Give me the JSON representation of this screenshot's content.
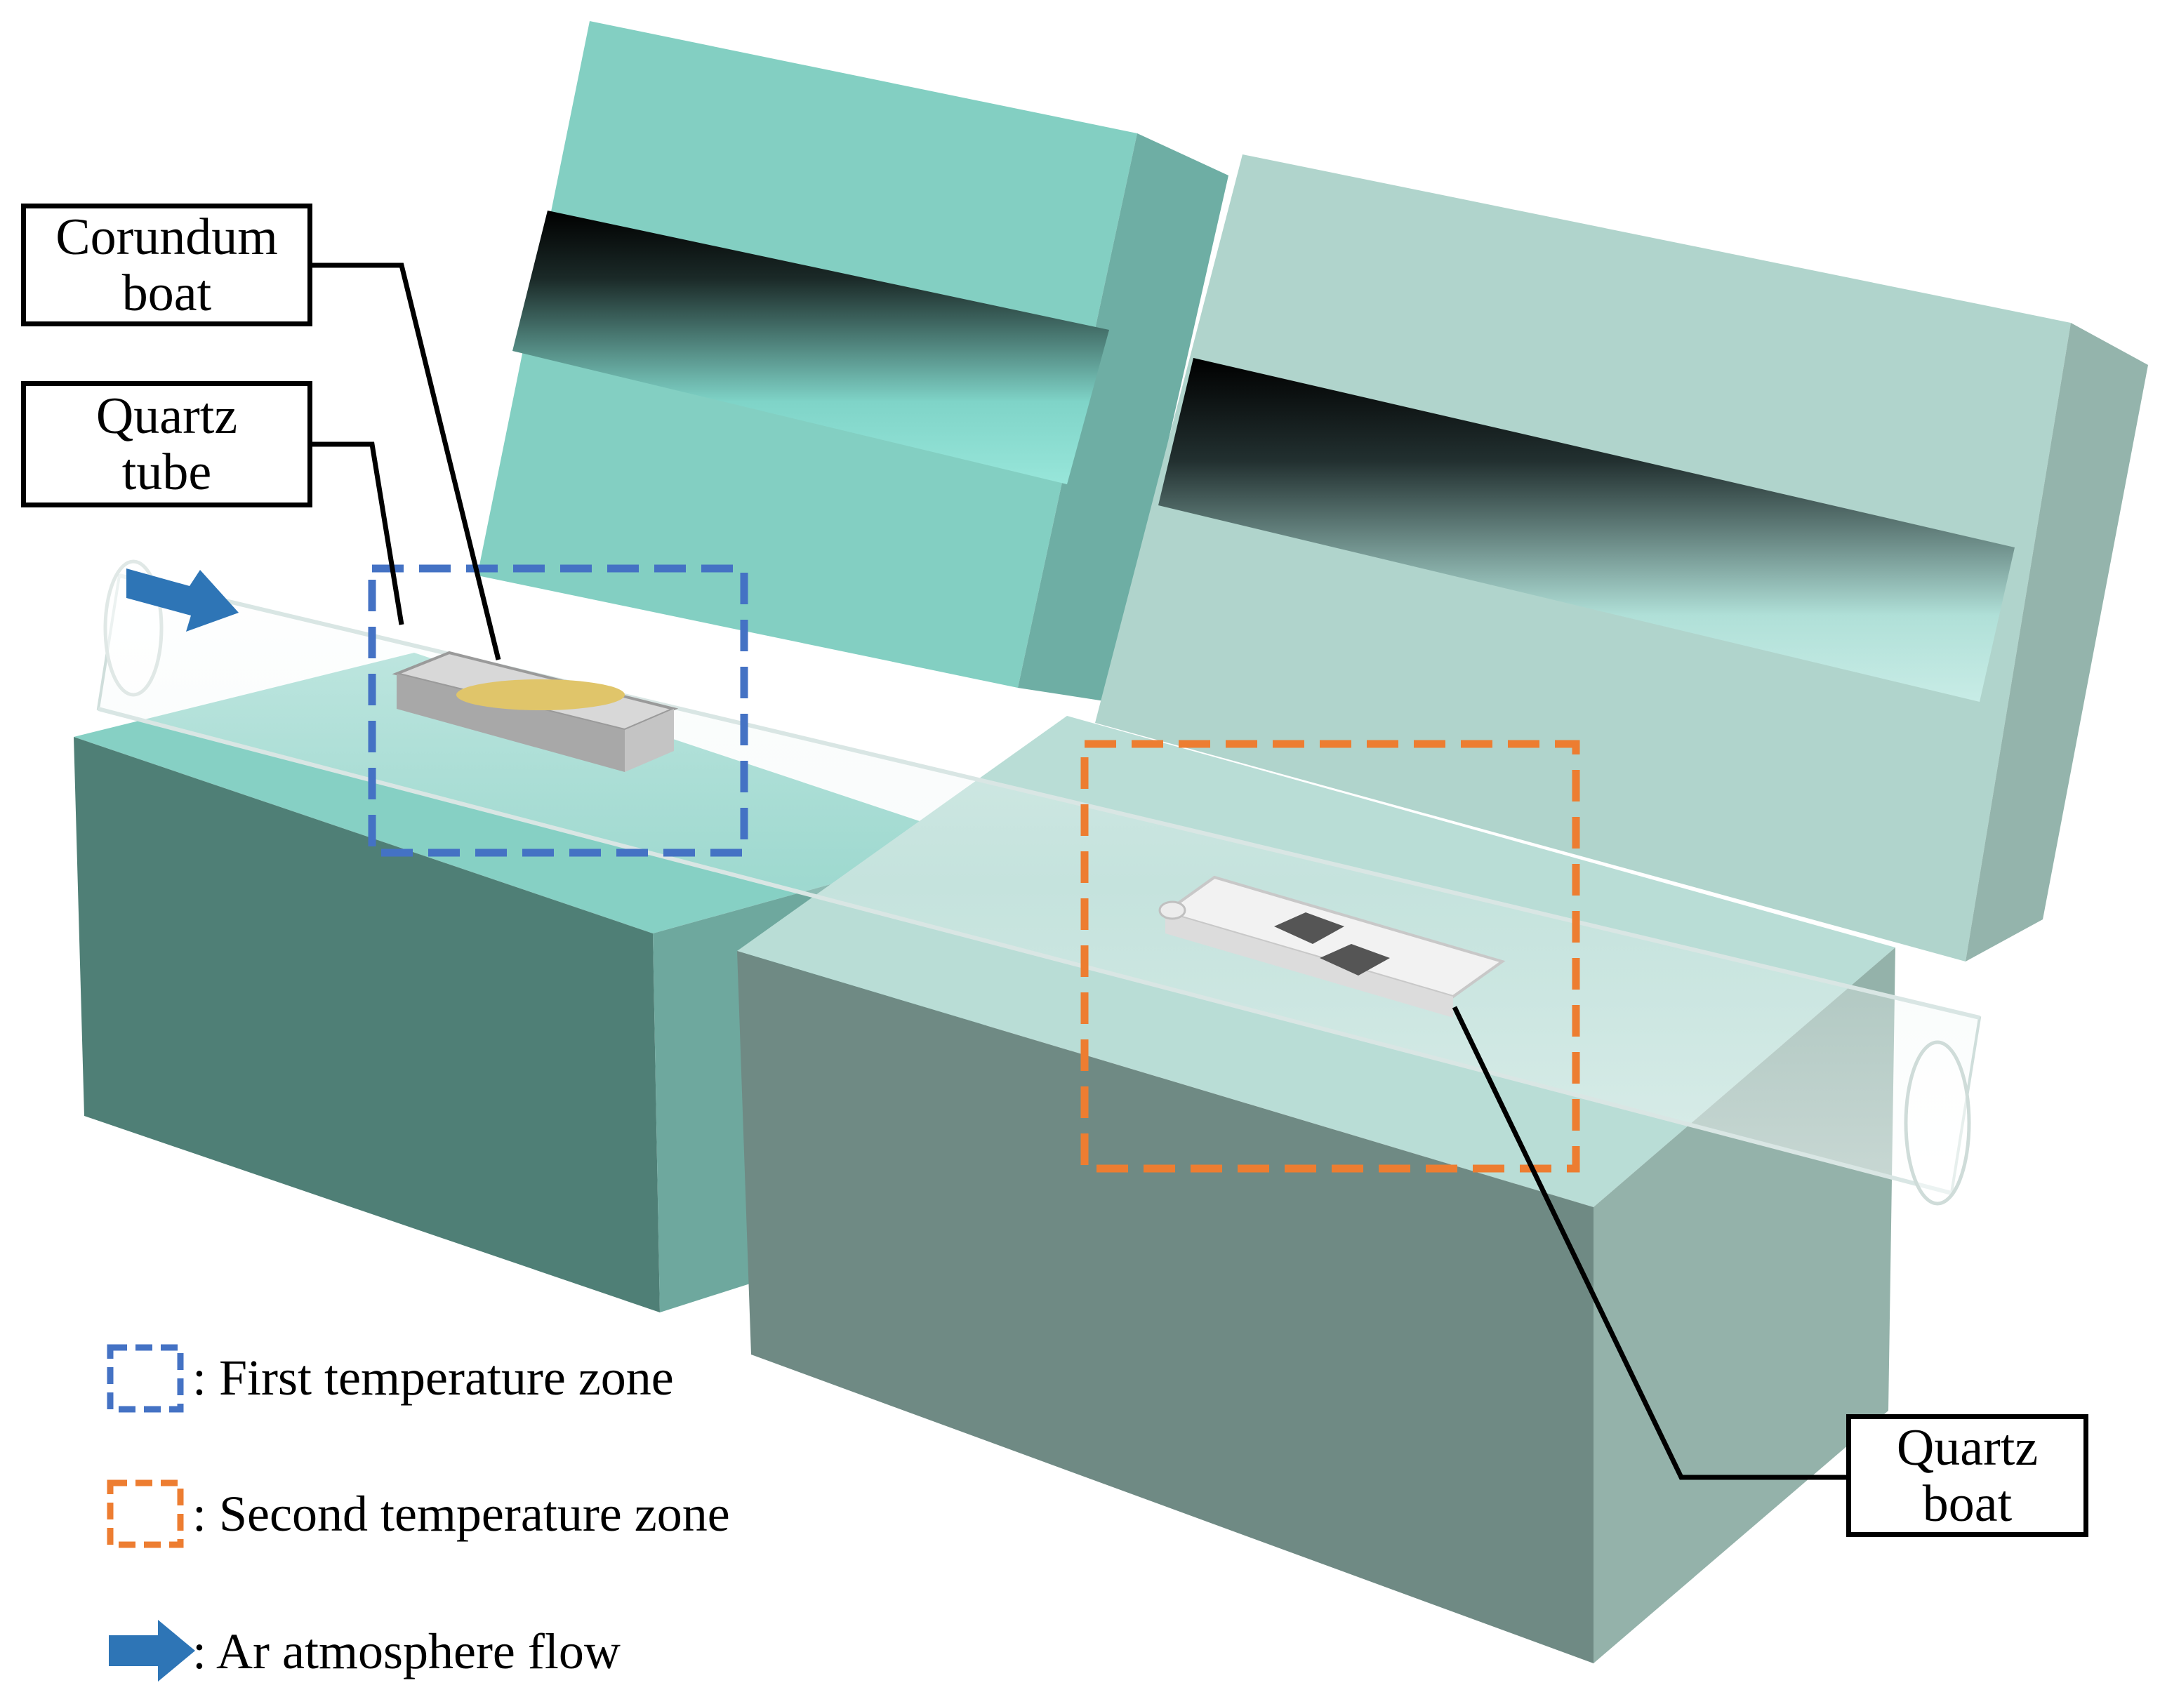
{
  "labels": {
    "corundum_boat": [
      "Corundum",
      "boat"
    ],
    "quartz_tube": [
      "Quartz",
      "tube"
    ],
    "quartz_boat": [
      "Quartz",
      "boat"
    ]
  },
  "legend": {
    "first_zone": ": First temperature zone",
    "second_zone": ": Second temperature zone",
    "ar_flow": ": Ar atmosphere flow"
  },
  "colors": {
    "first_zone": "#4472c4",
    "second_zone": "#ed7d31",
    "ar_flow": "#2e75b6",
    "furnace_1": "#86d0c4",
    "furnace_2": "#b3d8d0"
  }
}
